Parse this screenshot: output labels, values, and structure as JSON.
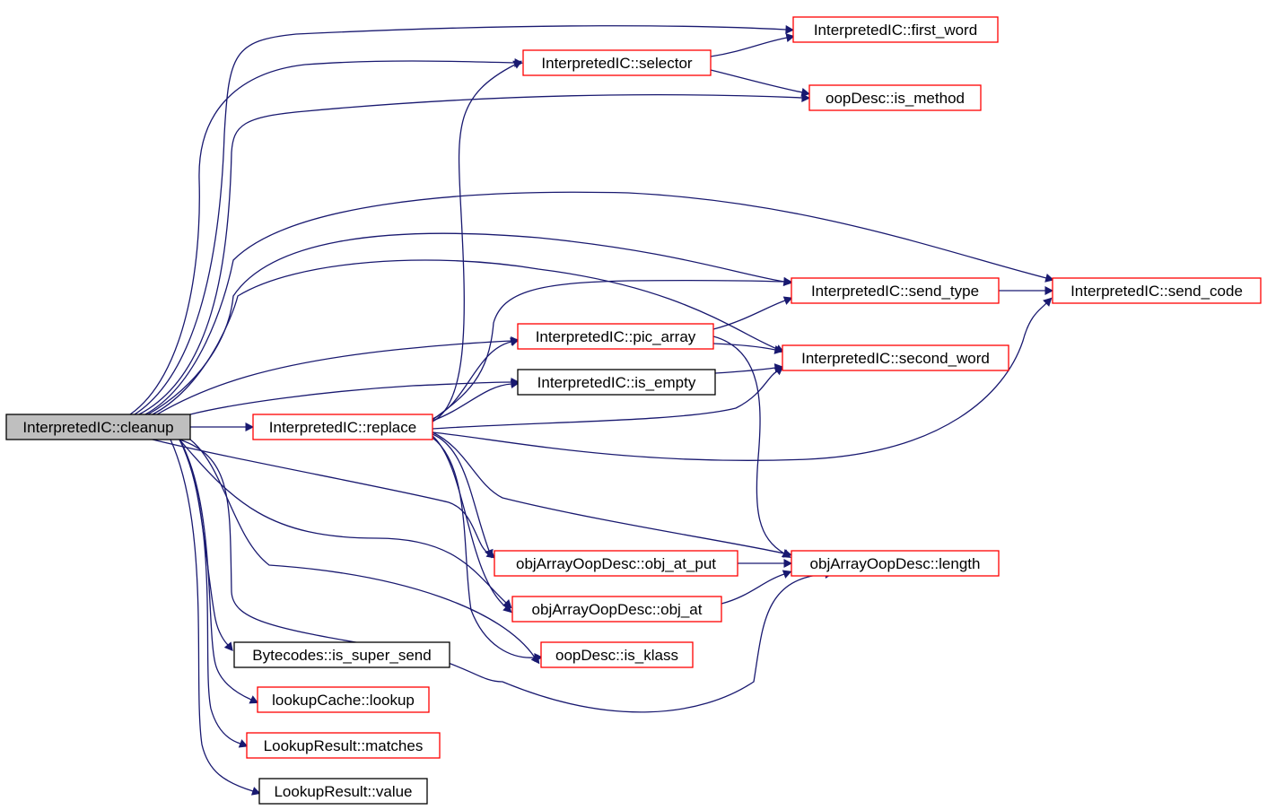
{
  "diagram": {
    "colors": {
      "edge": "#191970",
      "documented_border": "#ff0000",
      "undocumented_border": "#000000",
      "root_fill": "#bfbfbf"
    },
    "nodes": [
      {
        "id": "cleanup",
        "label": "InterpretedIC::cleanup",
        "style": "root"
      },
      {
        "id": "replace",
        "label": "InterpretedIC::replace",
        "style": "red"
      },
      {
        "id": "first_word",
        "label": "InterpretedIC::first_word",
        "style": "red"
      },
      {
        "id": "selector",
        "label": "InterpretedIC::selector",
        "style": "red"
      },
      {
        "id": "is_method",
        "label": "oopDesc::is_method",
        "style": "red"
      },
      {
        "id": "send_type",
        "label": "InterpretedIC::send_type",
        "style": "red"
      },
      {
        "id": "send_code",
        "label": "InterpretedIC::send_code",
        "style": "red"
      },
      {
        "id": "pic_array",
        "label": "InterpretedIC::pic_array",
        "style": "red"
      },
      {
        "id": "second_word",
        "label": "InterpretedIC::second_word",
        "style": "red"
      },
      {
        "id": "is_empty",
        "label": "InterpretedIC::is_empty",
        "style": "black"
      },
      {
        "id": "obj_at_put",
        "label": "objArrayOopDesc::obj_at_put",
        "style": "red"
      },
      {
        "id": "length",
        "label": "objArrayOopDesc::length",
        "style": "red"
      },
      {
        "id": "obj_at",
        "label": "objArrayOopDesc::obj_at",
        "style": "red"
      },
      {
        "id": "is_klass",
        "label": "oopDesc::is_klass",
        "style": "red"
      },
      {
        "id": "is_super_send",
        "label": "Bytecodes::is_super_send",
        "style": "black"
      },
      {
        "id": "lookup",
        "label": "lookupCache::lookup",
        "style": "red"
      },
      {
        "id": "matches",
        "label": "LookupResult::matches",
        "style": "red"
      },
      {
        "id": "value",
        "label": "LookupResult::value",
        "style": "black"
      }
    ],
    "edges": [
      [
        "cleanup",
        "first_word"
      ],
      [
        "cleanup",
        "selector"
      ],
      [
        "cleanup",
        "is_method"
      ],
      [
        "cleanup",
        "send_code"
      ],
      [
        "cleanup",
        "send_type"
      ],
      [
        "cleanup",
        "second_word"
      ],
      [
        "cleanup",
        "pic_array"
      ],
      [
        "cleanup",
        "is_empty"
      ],
      [
        "cleanup",
        "replace"
      ],
      [
        "cleanup",
        "obj_at_put"
      ],
      [
        "cleanup",
        "obj_at"
      ],
      [
        "cleanup",
        "is_klass"
      ],
      [
        "cleanup",
        "length"
      ],
      [
        "cleanup",
        "is_super_send"
      ],
      [
        "cleanup",
        "lookup"
      ],
      [
        "cleanup",
        "matches"
      ],
      [
        "cleanup",
        "value"
      ],
      [
        "selector",
        "first_word"
      ],
      [
        "selector",
        "is_method"
      ],
      [
        "send_type",
        "send_code"
      ],
      [
        "pic_array",
        "send_type"
      ],
      [
        "pic_array",
        "second_word"
      ],
      [
        "pic_array",
        "length"
      ],
      [
        "is_empty",
        "second_word"
      ],
      [
        "replace",
        "selector"
      ],
      [
        "replace",
        "send_type"
      ],
      [
        "replace",
        "pic_array"
      ],
      [
        "replace",
        "is_empty"
      ],
      [
        "replace",
        "second_word"
      ],
      [
        "replace",
        "send_code"
      ],
      [
        "replace",
        "length"
      ],
      [
        "replace",
        "obj_at_put"
      ],
      [
        "replace",
        "obj_at"
      ],
      [
        "replace",
        "is_klass"
      ],
      [
        "obj_at_put",
        "length"
      ],
      [
        "obj_at",
        "length"
      ]
    ]
  }
}
